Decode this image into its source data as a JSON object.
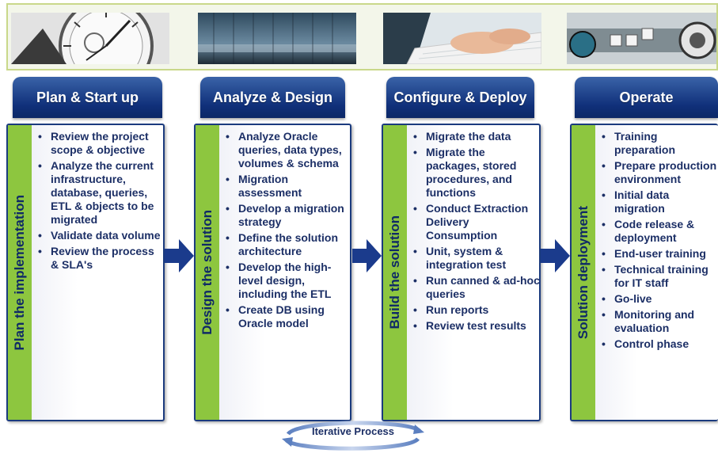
{
  "photos": [
    {
      "name": "stopwatch-photo"
    },
    {
      "name": "server-aisle-photo"
    },
    {
      "name": "keyboard-typing-photo"
    },
    {
      "name": "network-device-photo"
    }
  ],
  "phases": [
    {
      "header": "Plan & Start up",
      "side_label": "Plan the implementation",
      "tasks": [
        "Review the project scope & objective",
        "Analyze the current infrastructure, database, queries, ETL & objects to be migrated",
        "Validate data volume",
        "Review the process & SLA's"
      ]
    },
    {
      "header": "Analyze & Design",
      "side_label": "Design the solution",
      "tasks": [
        "Analyze Oracle queries, data types, volumes & schema",
        "Migration assessment",
        "Develop a migration strategy",
        "Define the solution architecture",
        "Develop the high-level design, including the ETL",
        "Create DB using Oracle model"
      ]
    },
    {
      "header": "Configure & Deploy",
      "side_label": "Build the solution",
      "tasks": [
        "Migrate the data",
        "Migrate the packages, stored procedures, and functions",
        "Conduct Extraction Delivery Consumption",
        "Unit, system & integration test",
        "Run canned & ad-hoc queries",
        "Run reports",
        "Review test results"
      ]
    },
    {
      "header": "Operate",
      "side_label": "Solution deployment",
      "tasks": [
        "Training preparation",
        "Prepare production environment",
        "Initial data migration",
        "Code release & deployment",
        "End-user training",
        "Technical training for IT staff",
        "Go-live",
        "Monitoring and evaluation",
        "Control phase"
      ]
    }
  ],
  "footer": {
    "label": "Iterative Process"
  },
  "colors": {
    "header_blue": "#10307a",
    "side_green": "#8dc63f",
    "text_navy": "#1c2f66",
    "arrow_navy": "#1b3b8c"
  }
}
